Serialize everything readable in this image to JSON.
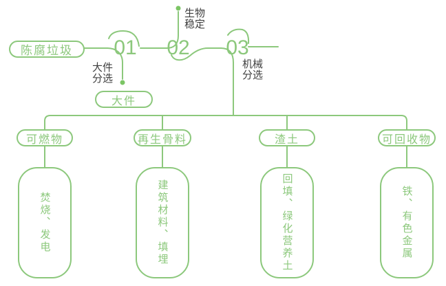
{
  "colors": {
    "accent_green": "#8CC87C",
    "dot_green": "#7CC565",
    "label_text": "#3E3E3E",
    "background": "#FFFFFF"
  },
  "flow": {
    "source": {
      "label": "陈腐垃圾"
    },
    "steps": [
      {
        "number": "01",
        "process": "大件分选",
        "label_lines": [
          "大件",
          "分选"
        ],
        "output": "大件"
      },
      {
        "number": "02",
        "process": "生物稳定",
        "label_lines": [
          "生物",
          "稳定"
        ]
      },
      {
        "number": "03",
        "process": "机械分选",
        "label_lines": [
          "机械",
          "分选"
        ]
      }
    ]
  },
  "branches": [
    {
      "category": "可燃物",
      "detail": "焚烧、发电"
    },
    {
      "category": "再生骨料",
      "detail": "建筑材料、填埋"
    },
    {
      "category": "渣土",
      "detail": "回填、绿化营养土"
    },
    {
      "category": "可回收物",
      "detail": "铁、有色金属"
    }
  ]
}
